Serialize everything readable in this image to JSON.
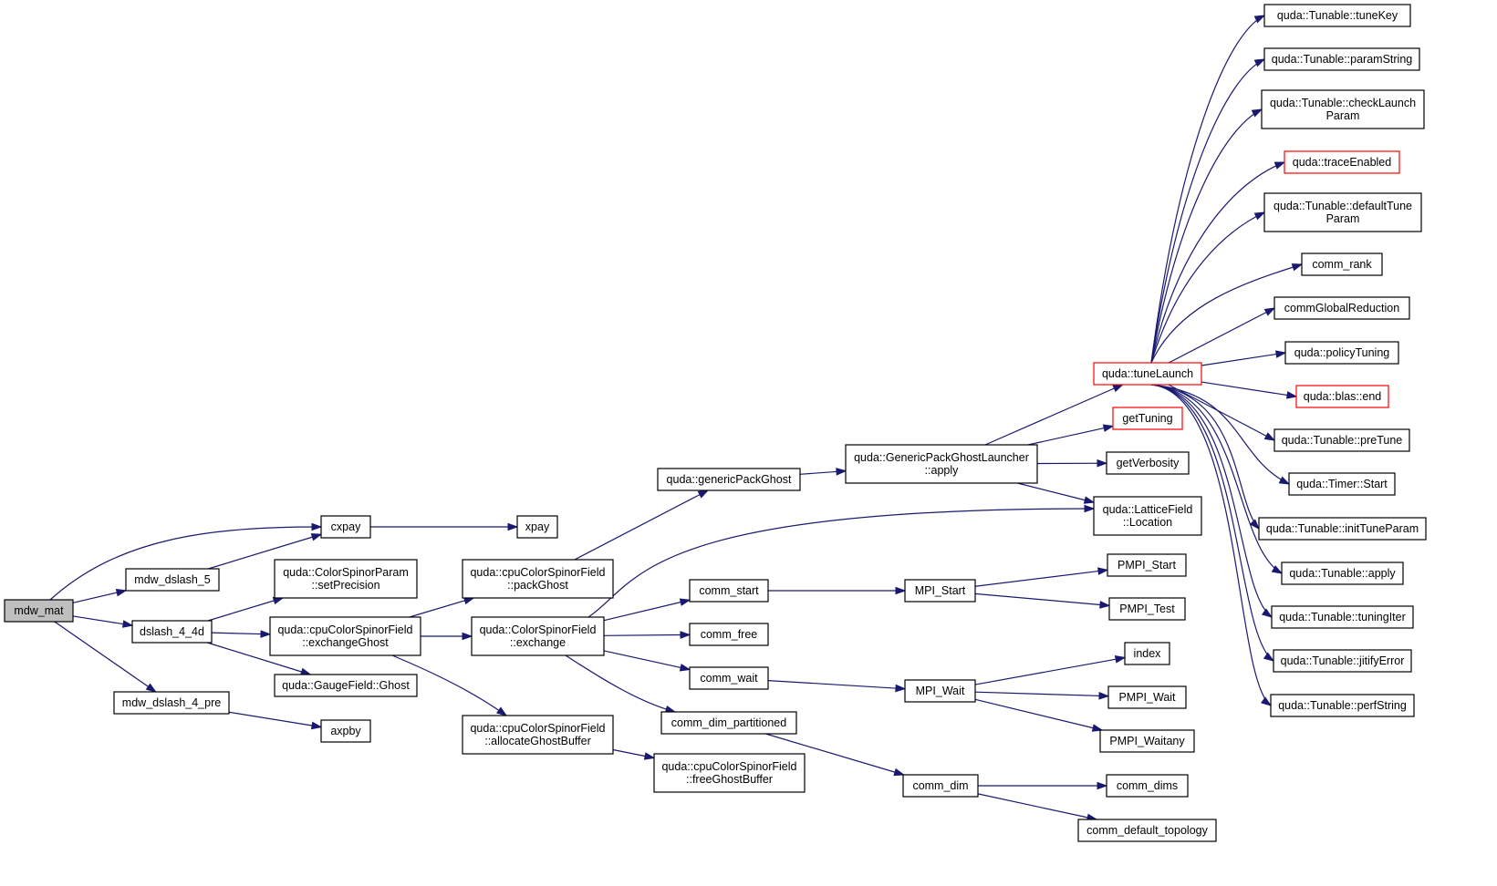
{
  "colors": {
    "edge": "#191970",
    "node_border": "#000000",
    "node_border_highlight": "#ff0000",
    "root_fill": "#bfbfbf",
    "background": "#ffffff"
  },
  "nodes": [
    {
      "id": "mdw_mat",
      "lines": [
        "mdw_mat"
      ],
      "style": "root"
    },
    {
      "id": "mdw_dslash_5",
      "lines": [
        "mdw_dslash_5"
      ],
      "style": "normal"
    },
    {
      "id": "dslash_4_4d",
      "lines": [
        "dslash_4_4d"
      ],
      "style": "normal"
    },
    {
      "id": "mdw_dslash_4_pre",
      "lines": [
        "mdw_dslash_4_pre"
      ],
      "style": "normal"
    },
    {
      "id": "cxpay",
      "lines": [
        "cxpay"
      ],
      "style": "normal"
    },
    {
      "id": "axpby",
      "lines": [
        "axpby"
      ],
      "style": "normal"
    },
    {
      "id": "setPrecision",
      "lines": [
        "quda::ColorSpinorParam",
        "::setPrecision"
      ],
      "style": "normal"
    },
    {
      "id": "cpu_exchangeGhost",
      "lines": [
        "quda::cpuColorSpinorField",
        "::exchangeGhost"
      ],
      "style": "normal"
    },
    {
      "id": "gauge_ghost",
      "lines": [
        "quda::GaugeField::Ghost"
      ],
      "style": "normal"
    },
    {
      "id": "xpay",
      "lines": [
        "xpay"
      ],
      "style": "normal"
    },
    {
      "id": "cpu_packGhost",
      "lines": [
        "quda::cpuColorSpinorField",
        "::packGhost"
      ],
      "style": "normal"
    },
    {
      "id": "csf_exchange",
      "lines": [
        "quda::ColorSpinorField",
        "::exchange"
      ],
      "style": "normal"
    },
    {
      "id": "cpu_allocateGhostBuffer",
      "lines": [
        "quda::cpuColorSpinorField",
        "::allocateGhostBuffer"
      ],
      "style": "normal"
    },
    {
      "id": "cpu_freeGhostBuffer",
      "lines": [
        "quda::cpuColorSpinorField",
        "::freeGhostBuffer"
      ],
      "style": "normal"
    },
    {
      "id": "genericPackGhost",
      "lines": [
        "quda::genericPackGhost"
      ],
      "style": "normal"
    },
    {
      "id": "comm_start",
      "lines": [
        "comm_start"
      ],
      "style": "normal"
    },
    {
      "id": "comm_free",
      "lines": [
        "comm_free"
      ],
      "style": "normal"
    },
    {
      "id": "comm_wait",
      "lines": [
        "comm_wait"
      ],
      "style": "normal"
    },
    {
      "id": "comm_dim_partitioned",
      "lines": [
        "comm_dim_partitioned"
      ],
      "style": "normal"
    },
    {
      "id": "launcher_apply",
      "lines": [
        "quda::GenericPackGhostLauncher",
        "::apply"
      ],
      "style": "normal"
    },
    {
      "id": "MPI_Start",
      "lines": [
        "MPI_Start"
      ],
      "style": "normal"
    },
    {
      "id": "MPI_Wait",
      "lines": [
        "MPI_Wait"
      ],
      "style": "normal"
    },
    {
      "id": "comm_dim",
      "lines": [
        "comm_dim"
      ],
      "style": "normal"
    },
    {
      "id": "tuneLaunch",
      "lines": [
        "quda::tuneLaunch"
      ],
      "style": "red"
    },
    {
      "id": "getTuning",
      "lines": [
        "getTuning"
      ],
      "style": "red"
    },
    {
      "id": "getVerbosity",
      "lines": [
        "getVerbosity"
      ],
      "style": "normal"
    },
    {
      "id": "lattice_location",
      "lines": [
        "quda::LatticeField",
        "::Location"
      ],
      "style": "normal"
    },
    {
      "id": "PMPI_Start",
      "lines": [
        "PMPI_Start"
      ],
      "style": "normal"
    },
    {
      "id": "PMPI_Test",
      "lines": [
        "PMPI_Test"
      ],
      "style": "normal"
    },
    {
      "id": "index",
      "lines": [
        "index"
      ],
      "style": "normal"
    },
    {
      "id": "PMPI_Wait",
      "lines": [
        "PMPI_Wait"
      ],
      "style": "normal"
    },
    {
      "id": "PMPI_Waitany",
      "lines": [
        "PMPI_Waitany"
      ],
      "style": "normal"
    },
    {
      "id": "comm_dims",
      "lines": [
        "comm_dims"
      ],
      "style": "normal"
    },
    {
      "id": "comm_default_topology",
      "lines": [
        "comm_default_topology"
      ],
      "style": "normal"
    },
    {
      "id": "tuneKey",
      "lines": [
        "quda::Tunable::tuneKey"
      ],
      "style": "normal"
    },
    {
      "id": "paramString",
      "lines": [
        "quda::Tunable::paramString"
      ],
      "style": "normal"
    },
    {
      "id": "checkLaunchParam",
      "lines": [
        "quda::Tunable::checkLaunch",
        "Param"
      ],
      "style": "normal"
    },
    {
      "id": "traceEnabled",
      "lines": [
        "quda::traceEnabled"
      ],
      "style": "red"
    },
    {
      "id": "defaultTuneParam",
      "lines": [
        "quda::Tunable::defaultTune",
        "Param"
      ],
      "style": "normal"
    },
    {
      "id": "comm_rank",
      "lines": [
        "comm_rank"
      ],
      "style": "normal"
    },
    {
      "id": "commGlobalReduction",
      "lines": [
        "commGlobalReduction"
      ],
      "style": "normal"
    },
    {
      "id": "policyTuning",
      "lines": [
        "quda::policyTuning"
      ],
      "style": "normal"
    },
    {
      "id": "blas_end",
      "lines": [
        "quda::blas::end"
      ],
      "style": "red"
    },
    {
      "id": "preTune",
      "lines": [
        "quda::Tunable::preTune"
      ],
      "style": "normal"
    },
    {
      "id": "timer_start",
      "lines": [
        "quda::Timer::Start"
      ],
      "style": "normal"
    },
    {
      "id": "initTuneParam",
      "lines": [
        "quda::Tunable::initTuneParam"
      ],
      "style": "normal"
    },
    {
      "id": "tunable_apply",
      "lines": [
        "quda::Tunable::apply"
      ],
      "style": "normal"
    },
    {
      "id": "tuningIter",
      "lines": [
        "quda::Tunable::tuningIter"
      ],
      "style": "normal"
    },
    {
      "id": "jitifyError",
      "lines": [
        "quda::Tunable::jitifyError"
      ],
      "style": "normal"
    },
    {
      "id": "perfString",
      "lines": [
        "quda::Tunable::perfString"
      ],
      "style": "normal"
    }
  ],
  "edges": [
    [
      "mdw_mat",
      "cxpay"
    ],
    [
      "mdw_mat",
      "mdw_dslash_5"
    ],
    [
      "mdw_mat",
      "dslash_4_4d"
    ],
    [
      "mdw_mat",
      "mdw_dslash_4_pre"
    ],
    [
      "mdw_dslash_5",
      "cxpay"
    ],
    [
      "dslash_4_4d",
      "setPrecision"
    ],
    [
      "dslash_4_4d",
      "cpu_exchangeGhost"
    ],
    [
      "dslash_4_4d",
      "gauge_ghost"
    ],
    [
      "mdw_dslash_4_pre",
      "axpby"
    ],
    [
      "cxpay",
      "xpay"
    ],
    [
      "cpu_exchangeGhost",
      "cpu_packGhost"
    ],
    [
      "cpu_exchangeGhost",
      "csf_exchange"
    ],
    [
      "cpu_exchangeGhost",
      "cpu_allocateGhostBuffer"
    ],
    [
      "cpu_packGhost",
      "genericPackGhost"
    ],
    [
      "cpu_allocateGhostBuffer",
      "cpu_freeGhostBuffer"
    ],
    [
      "csf_exchange",
      "lattice_location"
    ],
    [
      "csf_exchange",
      "comm_start"
    ],
    [
      "csf_exchange",
      "comm_free"
    ],
    [
      "csf_exchange",
      "comm_wait"
    ],
    [
      "csf_exchange",
      "comm_dim_partitioned"
    ],
    [
      "genericPackGhost",
      "launcher_apply"
    ],
    [
      "comm_start",
      "MPI_Start"
    ],
    [
      "comm_wait",
      "MPI_Wait"
    ],
    [
      "comm_dim_partitioned",
      "comm_dim"
    ],
    [
      "launcher_apply",
      "tuneLaunch"
    ],
    [
      "launcher_apply",
      "getTuning"
    ],
    [
      "launcher_apply",
      "getVerbosity"
    ],
    [
      "launcher_apply",
      "lattice_location"
    ],
    [
      "MPI_Start",
      "PMPI_Start"
    ],
    [
      "MPI_Start",
      "PMPI_Test"
    ],
    [
      "MPI_Wait",
      "index"
    ],
    [
      "MPI_Wait",
      "PMPI_Wait"
    ],
    [
      "MPI_Wait",
      "PMPI_Waitany"
    ],
    [
      "comm_dim",
      "comm_dims"
    ],
    [
      "comm_dim",
      "comm_default_topology"
    ],
    [
      "tuneLaunch",
      "tuneKey"
    ],
    [
      "tuneLaunch",
      "paramString"
    ],
    [
      "tuneLaunch",
      "checkLaunchParam"
    ],
    [
      "tuneLaunch",
      "traceEnabled"
    ],
    [
      "tuneLaunch",
      "defaultTuneParam"
    ],
    [
      "tuneLaunch",
      "comm_rank"
    ],
    [
      "tuneLaunch",
      "commGlobalReduction"
    ],
    [
      "tuneLaunch",
      "policyTuning"
    ],
    [
      "tuneLaunch",
      "blas_end"
    ],
    [
      "tuneLaunch",
      "preTune"
    ],
    [
      "tuneLaunch",
      "timer_start"
    ],
    [
      "tuneLaunch",
      "initTuneParam"
    ],
    [
      "tuneLaunch",
      "tunable_apply"
    ],
    [
      "tuneLaunch",
      "tuningIter"
    ],
    [
      "tuneLaunch",
      "jitifyError"
    ],
    [
      "tuneLaunch",
      "perfString"
    ]
  ]
}
